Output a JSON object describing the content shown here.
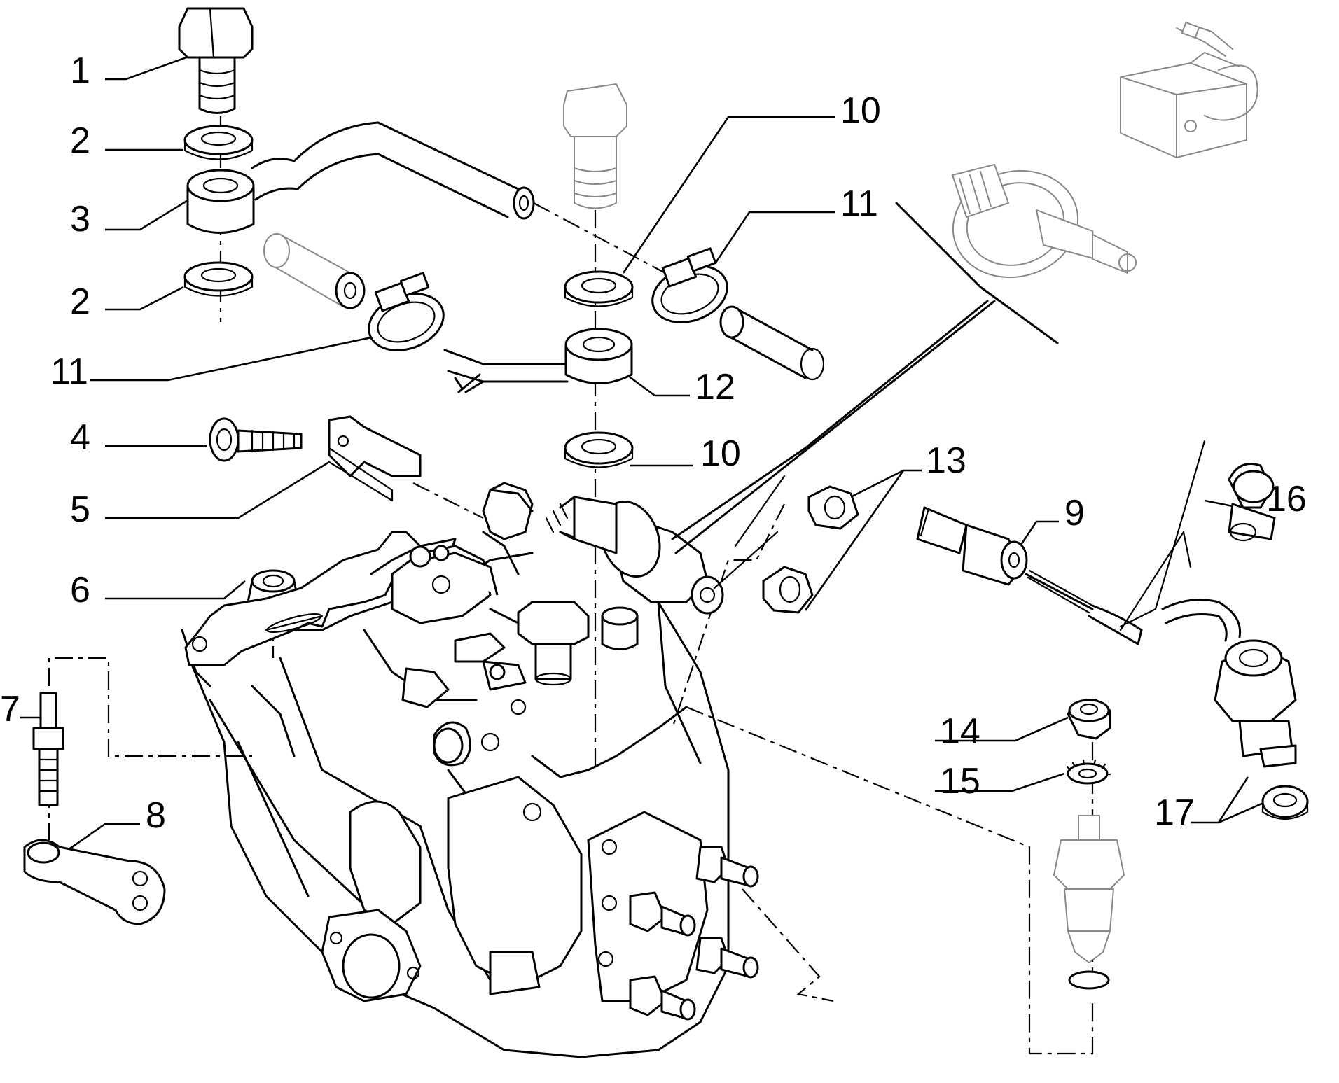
{
  "callouts": [
    {
      "id": "c1",
      "text": "1"
    },
    {
      "id": "c2a",
      "text": "2"
    },
    {
      "id": "c3",
      "text": "3"
    },
    {
      "id": "c2b",
      "text": "2"
    },
    {
      "id": "c11a",
      "text": "11"
    },
    {
      "id": "c4",
      "text": "4"
    },
    {
      "id": "c5",
      "text": "5"
    },
    {
      "id": "c6",
      "text": "6"
    },
    {
      "id": "c7",
      "text": "7"
    },
    {
      "id": "c8",
      "text": "8"
    },
    {
      "id": "c10a",
      "text": "10"
    },
    {
      "id": "c11b",
      "text": "11"
    },
    {
      "id": "c12",
      "text": "12"
    },
    {
      "id": "c10b",
      "text": "10"
    },
    {
      "id": "c13",
      "text": "13"
    },
    {
      "id": "c9",
      "text": "9"
    },
    {
      "id": "c16",
      "text": "16"
    },
    {
      "id": "c14",
      "text": "14"
    },
    {
      "id": "c15",
      "text": "15"
    },
    {
      "id": "c17",
      "text": "17"
    }
  ]
}
